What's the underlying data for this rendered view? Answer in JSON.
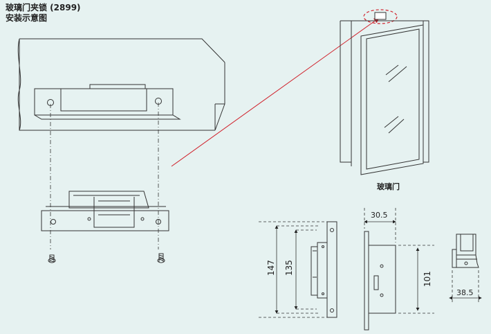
{
  "title": {
    "line1": "玻璃门夹锁 (2899)",
    "line2": "安装示意图"
  },
  "door_label": "玻璃门",
  "dimensions": {
    "front_height_outer": "147",
    "front_height_inner": "135",
    "side_width": "30.5",
    "side_height": "101",
    "top_width": "38.5"
  },
  "colors": {
    "background": "#e6f2f1",
    "line": "#333333",
    "callout": "#d0202a"
  }
}
